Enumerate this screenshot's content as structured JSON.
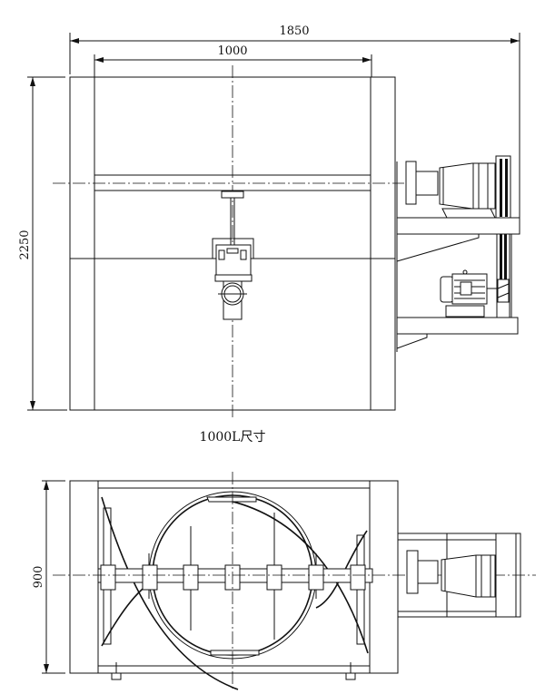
{
  "drawing": {
    "dimensions": {
      "overall_width": "1850",
      "inner_width": "1000",
      "height": "2250",
      "depth": "900"
    },
    "caption": "1000L尺寸"
  }
}
